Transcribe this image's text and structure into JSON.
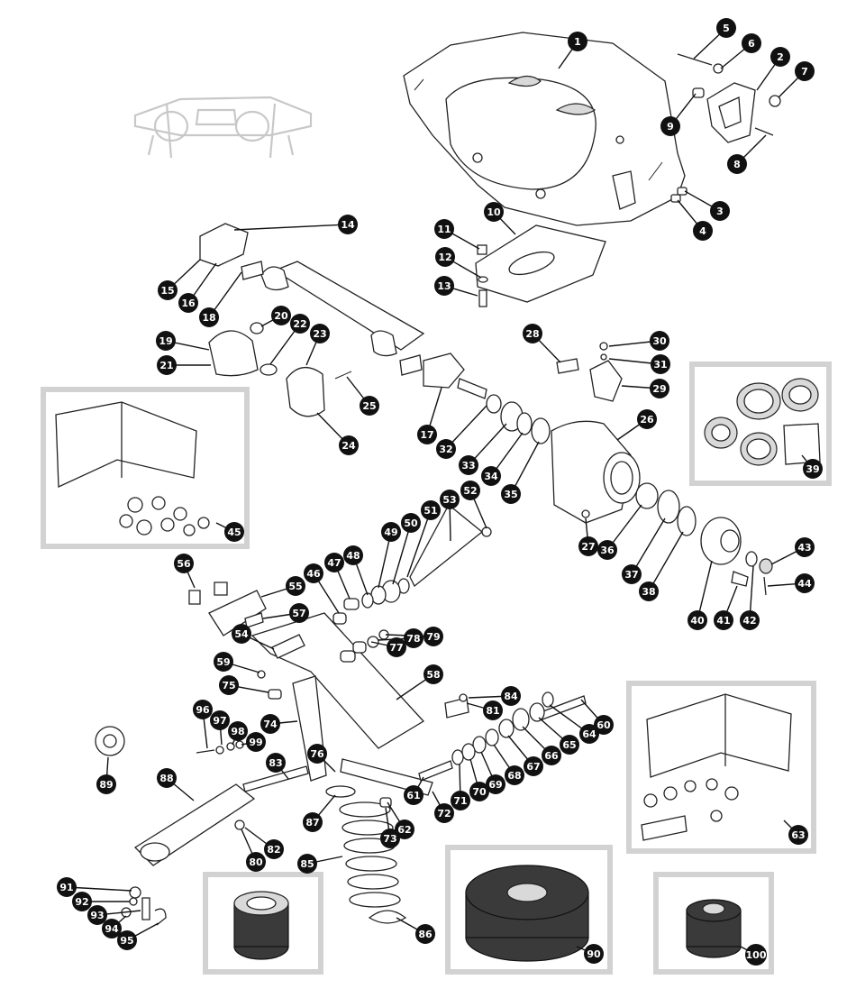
{
  "diagram": {
    "callouts": [
      "1",
      "2",
      "3",
      "4",
      "5",
      "6",
      "7",
      "8",
      "9",
      "10",
      "11",
      "12",
      "13",
      "14",
      "15",
      "16",
      "17",
      "18",
      "19",
      "20",
      "21",
      "22",
      "23",
      "24",
      "25",
      "26",
      "27",
      "28",
      "29",
      "30",
      "31",
      "32",
      "33",
      "34",
      "35",
      "36",
      "37",
      "38",
      "39",
      "40",
      "41",
      "42",
      "43",
      "44",
      "45",
      "46",
      "47",
      "48",
      "49",
      "50",
      "51",
      "52",
      "53",
      "54",
      "55",
      "56",
      "57",
      "58",
      "59",
      "60",
      "61",
      "62",
      "63",
      "64",
      "65",
      "66",
      "67",
      "68",
      "69",
      "70",
      "71",
      "72",
      "73",
      "74",
      "75",
      "76",
      "77",
      "78",
      "79",
      "80",
      "81",
      "82",
      "83",
      "84",
      "85",
      "86",
      "87",
      "88",
      "89",
      "90",
      "91",
      "92",
      "93",
      "94",
      "95",
      "96",
      "97",
      "98",
      "99",
      "100"
    ]
  }
}
